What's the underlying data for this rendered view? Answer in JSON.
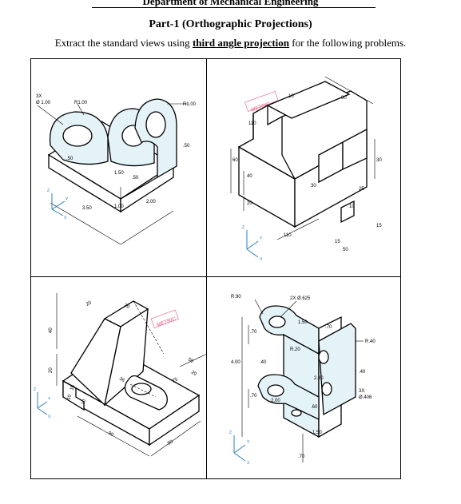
{
  "header": {
    "department": "Department of Mechanical Engineering",
    "part_title": "Part-1 (Orthographic Projections)",
    "instruction_pre": "Extract the standard views using ",
    "instruction_em": "third angle projection",
    "instruction_post": " for the following problems."
  },
  "problems": [
    {
      "id": "p1",
      "dimensions": [
        "3X",
        "Ø 1.00",
        "R1.00",
        "R1.00",
        ".50",
        ".50",
        "1.50",
        ".50",
        "3.50",
        "1.00",
        "2.00"
      ],
      "axes": [
        "Z",
        "Y",
        "X"
      ]
    },
    {
      "id": "p2",
      "stamp": "METRIC",
      "dimensions": [
        "10",
        "80",
        "110",
        "60",
        "40",
        "20",
        "30",
        "30",
        "25",
        "10",
        "15",
        "15",
        "50",
        "110"
      ],
      "axes": [
        "Z",
        "Y",
        "X"
      ]
    },
    {
      "id": "p3",
      "stamp": "METRIC",
      "dimensions": [
        "20",
        "20",
        "40",
        "20",
        "36",
        "50",
        "20",
        "25",
        "15",
        "10",
        "90",
        "50",
        "10"
      ],
      "axes": [
        "Z",
        "Y",
        "X"
      ]
    },
    {
      "id": "p4",
      "dimensions": [
        "R.90",
        "2X Ø.625",
        "1.50",
        ".70",
        ".70",
        "R.20",
        "R.40",
        "4.00",
        ".40",
        "2.80",
        ".40",
        "3X",
        "Ø.406",
        ".70",
        "2.00",
        ".60",
        "1.50",
        ".70"
      ],
      "axes": [
        "Z",
        "Y",
        "X"
      ]
    }
  ]
}
